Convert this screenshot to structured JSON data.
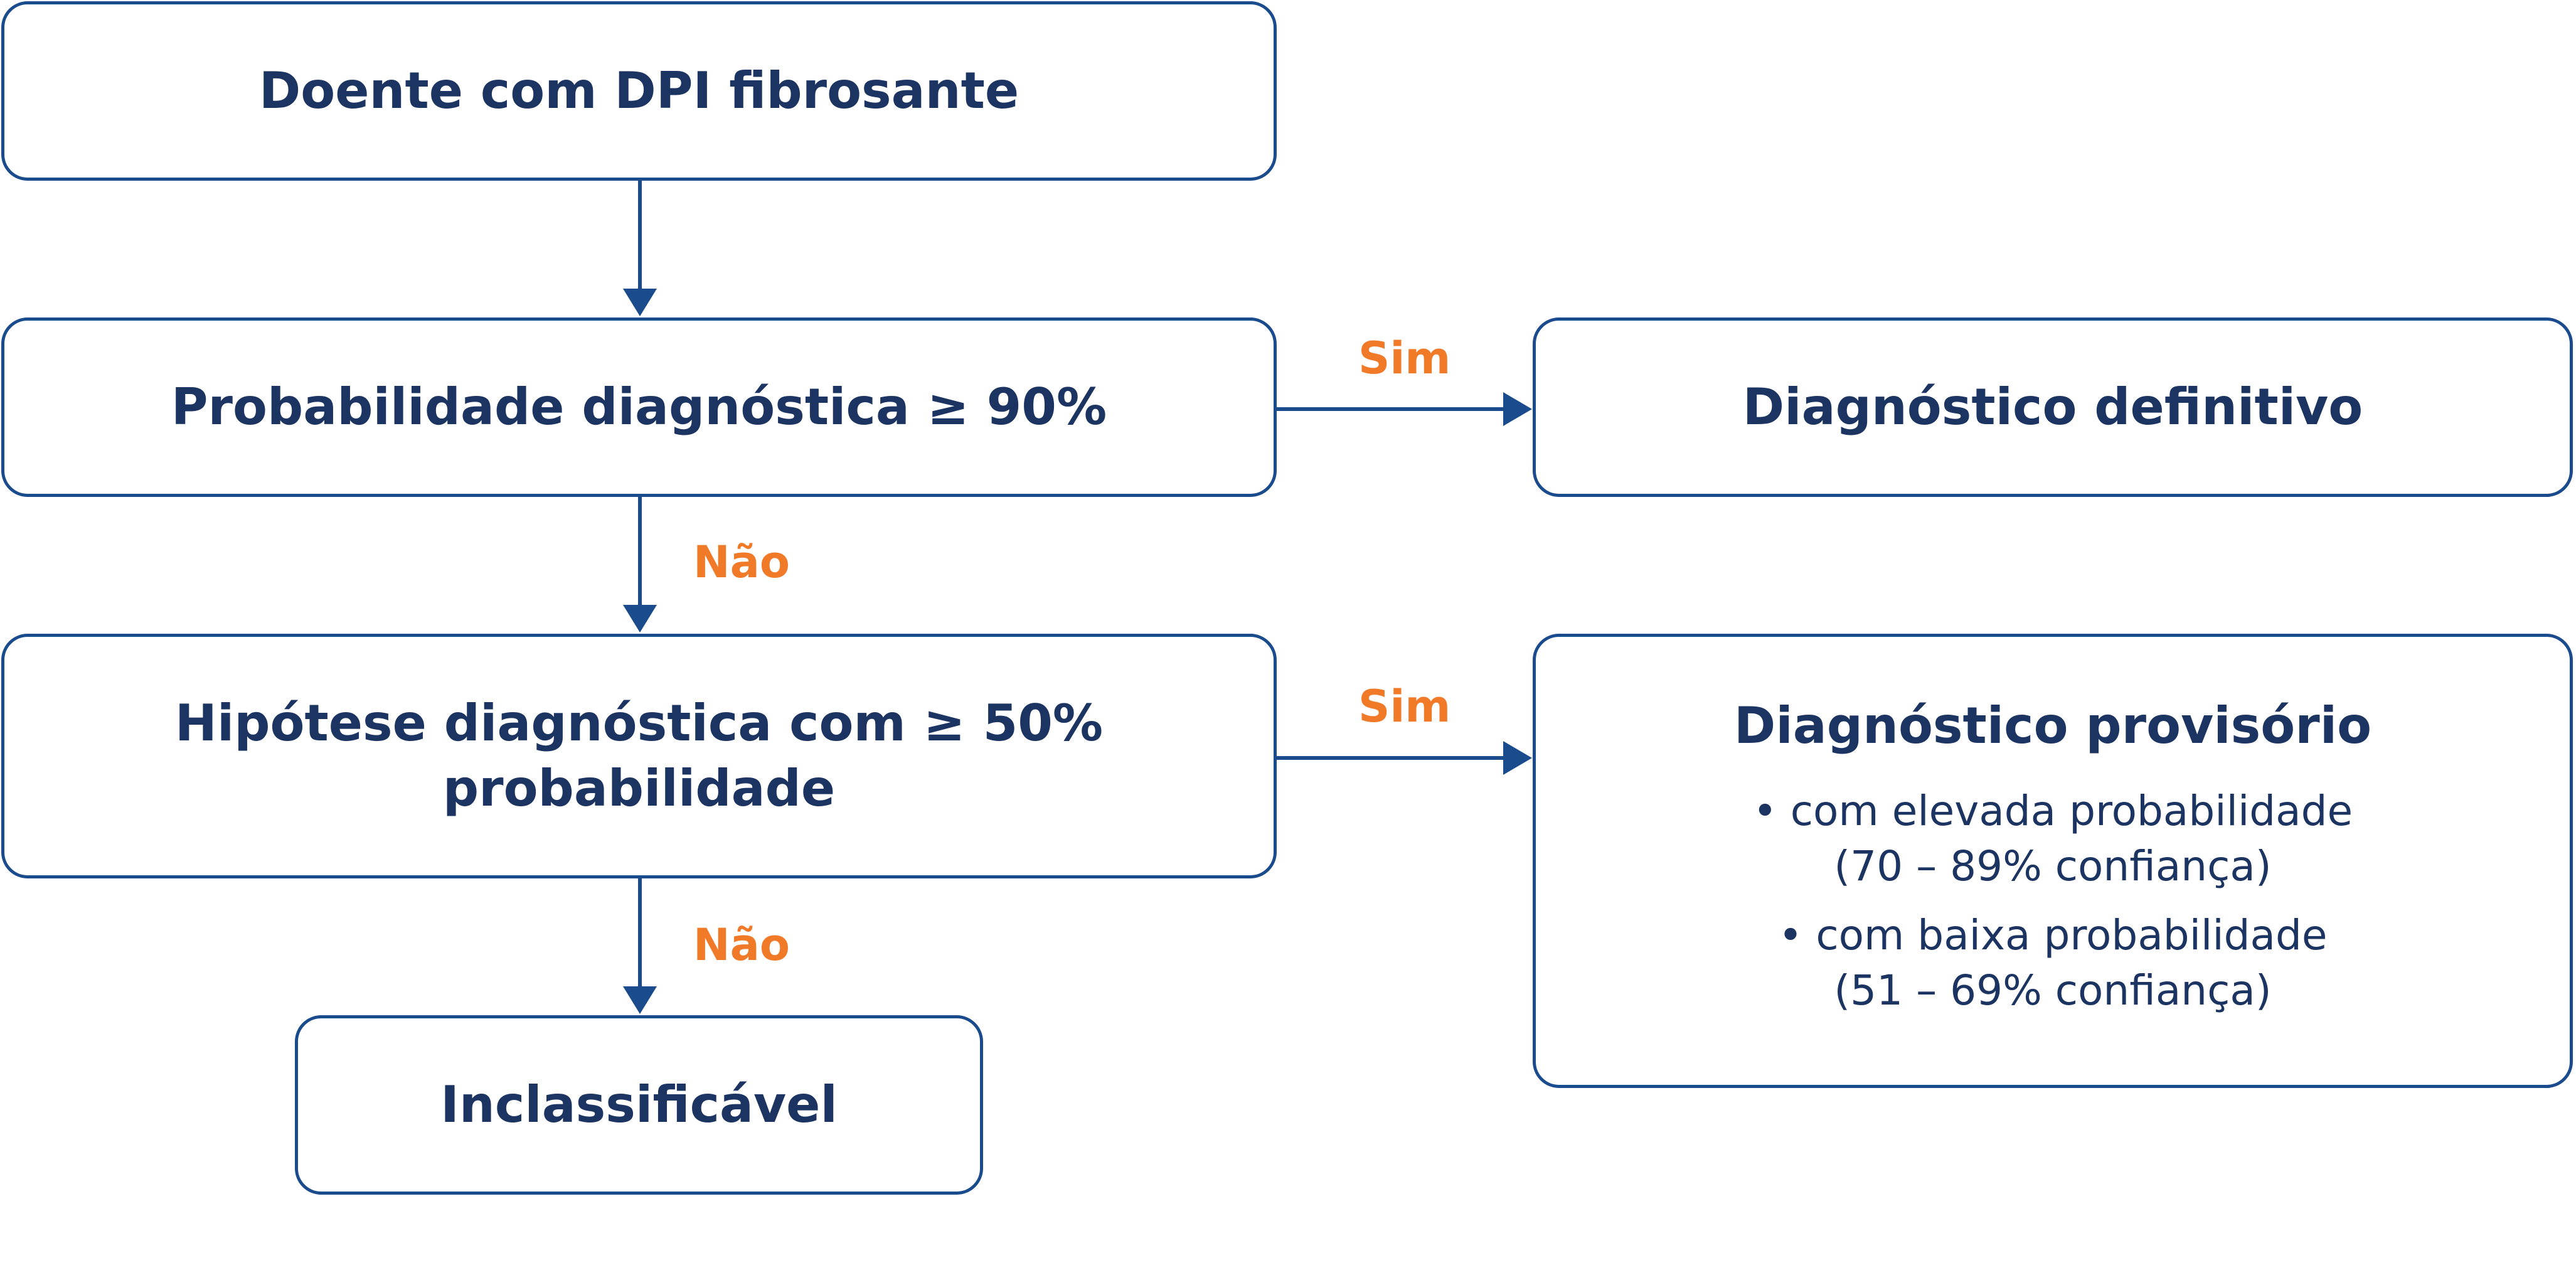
{
  "colors": {
    "box_border": "#1a4b8c",
    "text": "#1c3461",
    "arrow": "#1a4b8c",
    "branch_label": "#f07a28"
  },
  "boxes": {
    "start": {
      "title": "Doente com DPI fibrosante"
    },
    "probability": {
      "title": "Probabilidade diagnóstica ≥ 90%"
    },
    "definitive": {
      "title": "Diagnóstico definitivo"
    },
    "hypothesis": {
      "title_line1": "Hipótese diagnóstica com ≥ 50%",
      "title_line2": "probabilidade"
    },
    "provisional": {
      "title": "Diagnóstico provisório",
      "bullets": [
        {
          "line1": "• com elevada probabilidade",
          "line2": "(70 – 89% confiança)"
        },
        {
          "line1": "• com baixa probabilidade",
          "line2": "(51 – 69% confiança)"
        }
      ]
    },
    "unclassifiable": {
      "title": "Inclassificável"
    }
  },
  "labels": {
    "yes_1": "Sim",
    "no_1": "Não",
    "yes_2": "Sim",
    "no_2": "Não"
  }
}
